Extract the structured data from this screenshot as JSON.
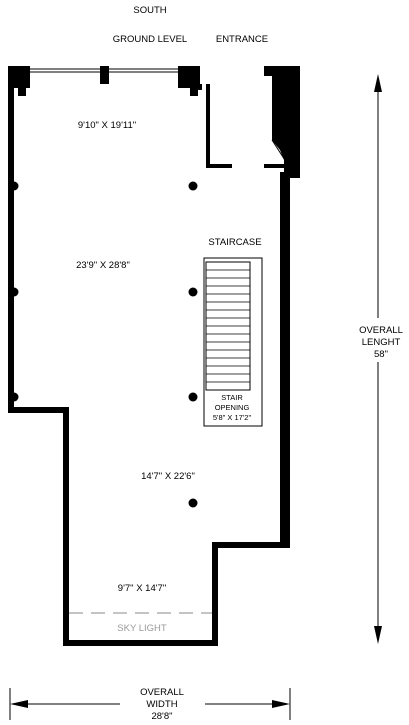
{
  "header": {
    "orientation": "SOUTH",
    "level": "GROUND LEVEL",
    "entrance": "ENTRANCE"
  },
  "rooms": [
    {
      "dims": "9'10\" X 19'11\""
    },
    {
      "dims": "23'9\" X 28'8\""
    },
    {
      "dims": "14'7\" X 22'6\""
    },
    {
      "dims": "9'7\" X 14'7\""
    }
  ],
  "staircase": {
    "title": "STAIRCASE",
    "opening_line1": "STAIR",
    "opening_line2": "OPENING",
    "opening_dims": "5'8\" X 17'2\""
  },
  "skylight": "SKY LIGHT",
  "overall_length": {
    "line1": "OVERALL",
    "line2": "LENGHT",
    "value": "58\""
  },
  "overall_width": {
    "line1": "OVERALL",
    "line2": "WIDTH",
    "value": "28'8\""
  },
  "colors": {
    "wall": "#000000",
    "skylight_text": "#9a9a9a"
  }
}
